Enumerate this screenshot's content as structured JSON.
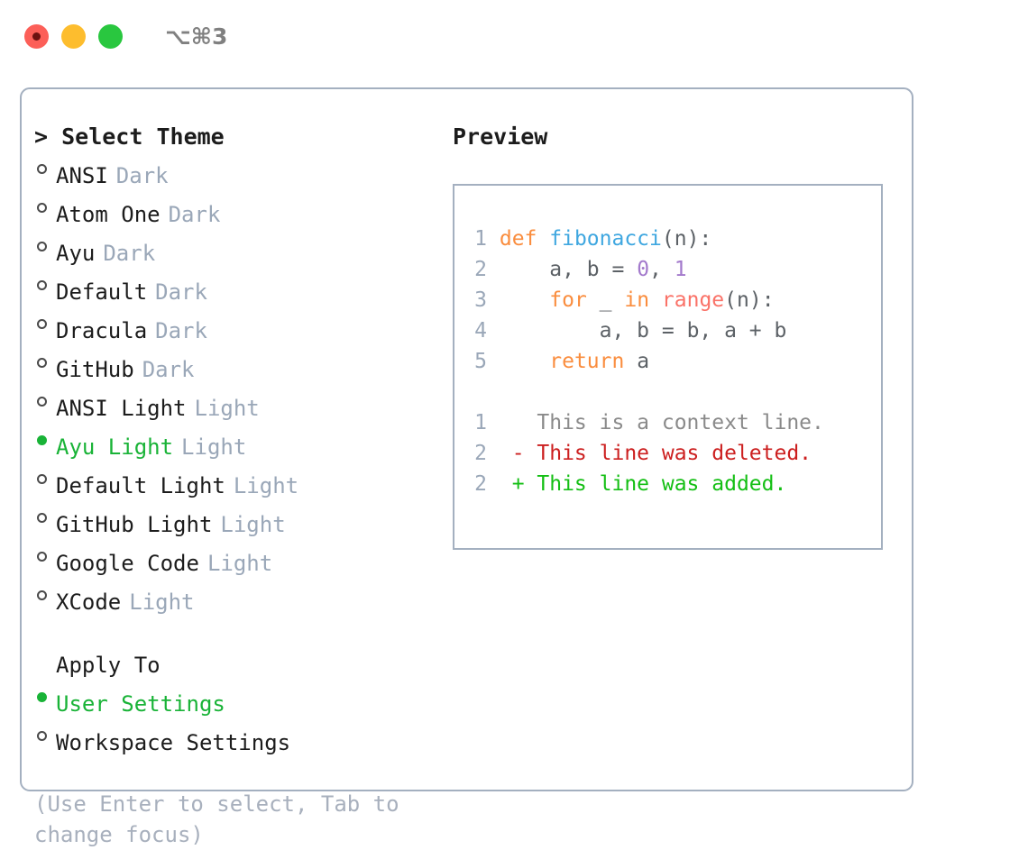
{
  "titlebar": {
    "shortcut": "⌥⌘3",
    "traffic_lights": [
      "close-red",
      "minimize-yellow",
      "maximize-green"
    ]
  },
  "left": {
    "header": "> Select Theme",
    "themes": [
      {
        "bullet": "○",
        "label": "ANSI",
        "badge": "Dark",
        "selected": false
      },
      {
        "bullet": "○",
        "label": "Atom One",
        "badge": "Dark",
        "selected": false
      },
      {
        "bullet": "○",
        "label": "Ayu",
        "badge": "Dark",
        "selected": false
      },
      {
        "bullet": "○",
        "label": "Default",
        "badge": "Dark",
        "selected": false
      },
      {
        "bullet": "○",
        "label": "Dracula",
        "badge": "Dark",
        "selected": false
      },
      {
        "bullet": "○",
        "label": "GitHub",
        "badge": "Dark",
        "selected": false
      },
      {
        "bullet": "○",
        "label": "ANSI Light",
        "badge": "Light",
        "selected": false
      },
      {
        "bullet": "●",
        "label": "Ayu Light",
        "badge": "Light",
        "selected": true
      },
      {
        "bullet": "○",
        "label": "Default Light",
        "badge": "Light",
        "selected": false
      },
      {
        "bullet": "○",
        "label": "GitHub Light",
        "badge": "Light",
        "selected": false
      },
      {
        "bullet": "○",
        "label": "Google Code",
        "badge": "Light",
        "selected": false
      },
      {
        "bullet": "○",
        "label": "XCode",
        "badge": "Light",
        "selected": false
      }
    ],
    "apply_to_header": "Apply To",
    "apply_to": [
      {
        "bullet": "●",
        "label": "User Settings",
        "selected": true
      },
      {
        "bullet": "○",
        "label": "Workspace Settings",
        "selected": false
      }
    ],
    "hint": "(Use Enter to select, Tab to change focus)"
  },
  "right": {
    "title": "Preview",
    "code": [
      {
        "n": "1",
        "segments": [
          {
            "t": "def ",
            "c": "kw"
          },
          {
            "t": "fibonacci",
            "c": "fn"
          },
          {
            "t": "(n):",
            "c": "punc"
          }
        ]
      },
      {
        "n": "2",
        "segments": [
          {
            "t": "    a, b = ",
            "c": "txt"
          },
          {
            "t": "0",
            "c": "num"
          },
          {
            "t": ", ",
            "c": "txt"
          },
          {
            "t": "1",
            "c": "num"
          }
        ]
      },
      {
        "n": "3",
        "segments": [
          {
            "t": "    ",
            "c": "txt"
          },
          {
            "t": "for",
            "c": "kw"
          },
          {
            "t": " _ ",
            "c": "txt"
          },
          {
            "t": "in",
            "c": "kw"
          },
          {
            "t": " ",
            "c": "txt"
          },
          {
            "t": "range",
            "c": "bi"
          },
          {
            "t": "(n):",
            "c": "punc"
          }
        ]
      },
      {
        "n": "4",
        "segments": [
          {
            "t": "        a, b = b, a + b",
            "c": "txt"
          }
        ]
      },
      {
        "n": "5",
        "segments": [
          {
            "t": "    ",
            "c": "txt"
          },
          {
            "t": "return",
            "c": "kw"
          },
          {
            "t": " a",
            "c": "txt"
          }
        ]
      }
    ],
    "diff": [
      {
        "n": "1",
        "marker": "  ",
        "text": "This is a context line.",
        "kind": "ctx"
      },
      {
        "n": "2",
        "marker": "- ",
        "text": "This line was deleted.",
        "kind": "del"
      },
      {
        "n": "2",
        "marker": "+ ",
        "text": "This line was added.",
        "kind": "add"
      }
    ]
  },
  "colors": {
    "accent_green": "#19b337",
    "border": "#a4b0c0",
    "muted": "#9aa7b8",
    "hint": "#a8b0bd",
    "keyword": "#fa8d3e",
    "function": "#3fa7e0",
    "number": "#a37acc",
    "builtin": "#fa7268",
    "text": "#5c6166",
    "diff_deleted": "#cc1f1f",
    "diff_added": "#14bf14",
    "diff_context": "#8a8a8a"
  }
}
